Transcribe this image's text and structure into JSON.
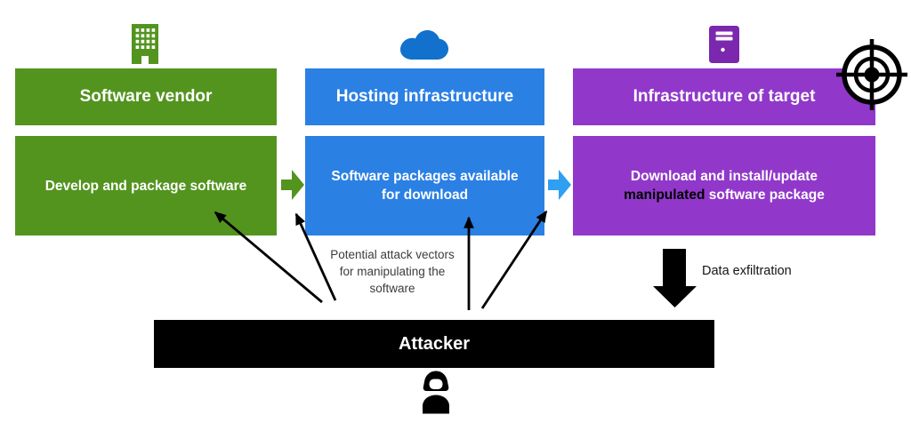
{
  "columns": [
    {
      "id": "vendor",
      "icon": "building-icon",
      "header": "Software vendor",
      "body_lines": [
        "Develop and package software"
      ]
    },
    {
      "id": "hosting",
      "icon": "cloud-icon",
      "header": "Hosting infrastructure",
      "body_lines": [
        "Software packages available",
        "for download"
      ]
    },
    {
      "id": "target",
      "icon": "server-icon",
      "header": "Infrastructure of target",
      "body_line1": "Download and install/update",
      "body_highlight": "manipulated",
      "body_rest": " software package"
    }
  ],
  "note": {
    "lines": [
      "Potential attack vectors",
      "for manipulating the",
      "software"
    ]
  },
  "attacker": {
    "label": "Attacker",
    "icon": "attacker-hooded-figure-icon"
  },
  "annotations": {
    "data_exfiltration": "Data exfiltration"
  },
  "icons": [
    "building-icon",
    "cloud-icon",
    "server-icon",
    "target-crosshair-icon",
    "attacker-hooded-figure-icon",
    "flow-arrow-green",
    "flow-arrow-blue",
    "data-exfiltration-arrow"
  ],
  "colors": {
    "vendor_green": "#53941f",
    "hosting_blue": "#2b80e4",
    "target_purple": "#9138ca",
    "cloud_blue": "#1171cc",
    "server_purple": "#7b27ae",
    "flow_arrow_blue": "#2f9ff2",
    "attacker_black": "#000000",
    "note_gray": "#3c3c3c",
    "highlight_text": "#000000"
  }
}
